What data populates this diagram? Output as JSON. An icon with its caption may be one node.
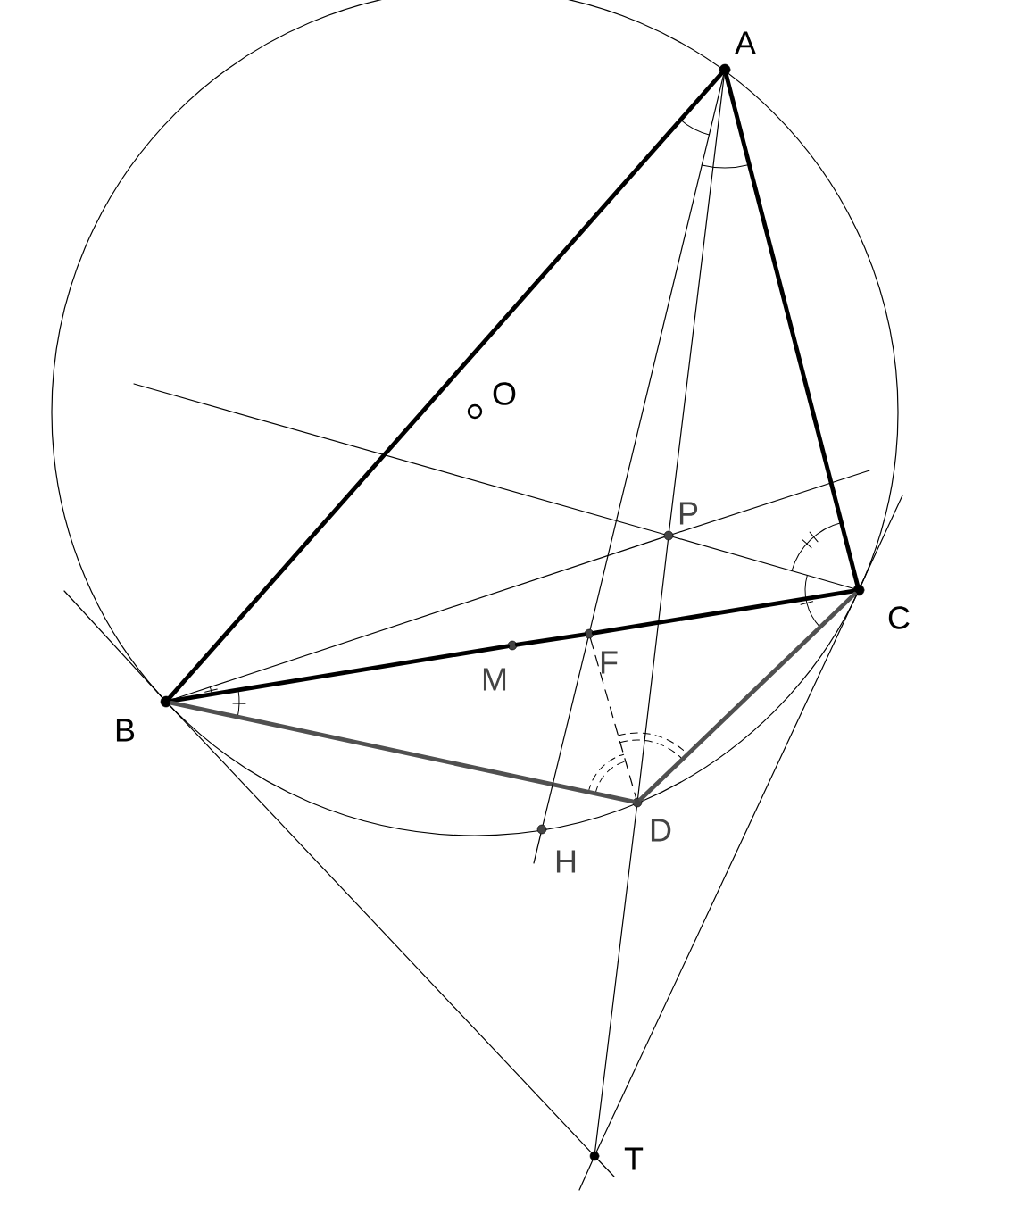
{
  "diagram": {
    "nodes": [
      {
        "text": [
          "A"
        ]
      },
      {
        "text": [
          "B"
        ]
      },
      {
        "text": [
          "C"
        ]
      },
      {
        "text": [
          "D"
        ]
      },
      {
        "text": [
          "F"
        ]
      },
      {
        "text": [
          "H"
        ]
      },
      {
        "text": [
          "M"
        ]
      },
      {
        "text": [
          "O"
        ]
      },
      {
        "text": [
          "P"
        ]
      },
      {
        "text": [
          "T"
        ]
      }
    ],
    "edges": [
      {
        "from": 0,
        "to": 1,
        "arrow": "none",
        "style": "thick"
      },
      {
        "from": 0,
        "to": 2,
        "arrow": "none",
        "style": "thick"
      },
      {
        "from": 1,
        "to": 6,
        "arrow": "none",
        "style": "thick"
      },
      {
        "from": 6,
        "to": 4,
        "arrow": "none",
        "style": "thick"
      },
      {
        "from": 4,
        "to": 2,
        "arrow": "none",
        "style": "thick"
      },
      {
        "from": 1,
        "to": 3,
        "arrow": "none",
        "style": "thick",
        "color": "#505050"
      },
      {
        "from": 2,
        "to": 3,
        "arrow": "none",
        "style": "thick",
        "color": "#505050"
      },
      {
        "from": 4,
        "to": 3,
        "arrow": "none",
        "style": "dashed"
      },
      {
        "from": 0,
        "to": 4,
        "arrow": "none"
      },
      {
        "from": 4,
        "to": 5,
        "arrow": "none"
      },
      {
        "from": 0,
        "to": 8,
        "arrow": "none"
      },
      {
        "from": 8,
        "to": 3,
        "arrow": "none"
      },
      {
        "from": 3,
        "to": 9,
        "arrow": "none"
      },
      {
        "from": 1,
        "to": 8,
        "arrow": "none"
      },
      {
        "from": 2,
        "to": 8,
        "arrow": "none"
      },
      {
        "from": 1,
        "to": 9,
        "arrow": "none"
      },
      {
        "from": 2,
        "to": 9,
        "arrow": "none"
      }
    ]
  }
}
